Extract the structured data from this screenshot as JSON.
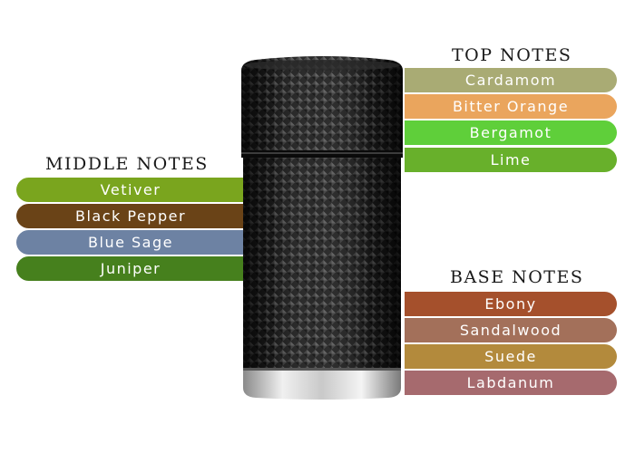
{
  "top": {
    "title": "TOP NOTES",
    "notes": [
      {
        "label": "Cardamom",
        "color": "#a9ab74"
      },
      {
        "label": "Bitter Orange",
        "color": "#eaa55d"
      },
      {
        "label": "Bergamot",
        "color": "#5fcf3a"
      },
      {
        "label": "Lime",
        "color": "#68b02b"
      }
    ]
  },
  "middle": {
    "title": "MIDDLE NOTES",
    "notes": [
      {
        "label": "Vetiver",
        "color": "#7aa51e"
      },
      {
        "label": "Black Pepper",
        "color": "#6a4317"
      },
      {
        "label": "Blue Sage",
        "color": "#6d82a3"
      },
      {
        "label": "Juniper",
        "color": "#46801d"
      }
    ]
  },
  "base": {
    "title": "BASE NOTES",
    "notes": [
      {
        "label": "Ebony",
        "color": "#a5502c"
      },
      {
        "label": "Sandalwood",
        "color": "#a3705a"
      },
      {
        "label": "Suede",
        "color": "#b38a3c"
      },
      {
        "label": "Labdanum",
        "color": "#a66a6e"
      }
    ]
  }
}
